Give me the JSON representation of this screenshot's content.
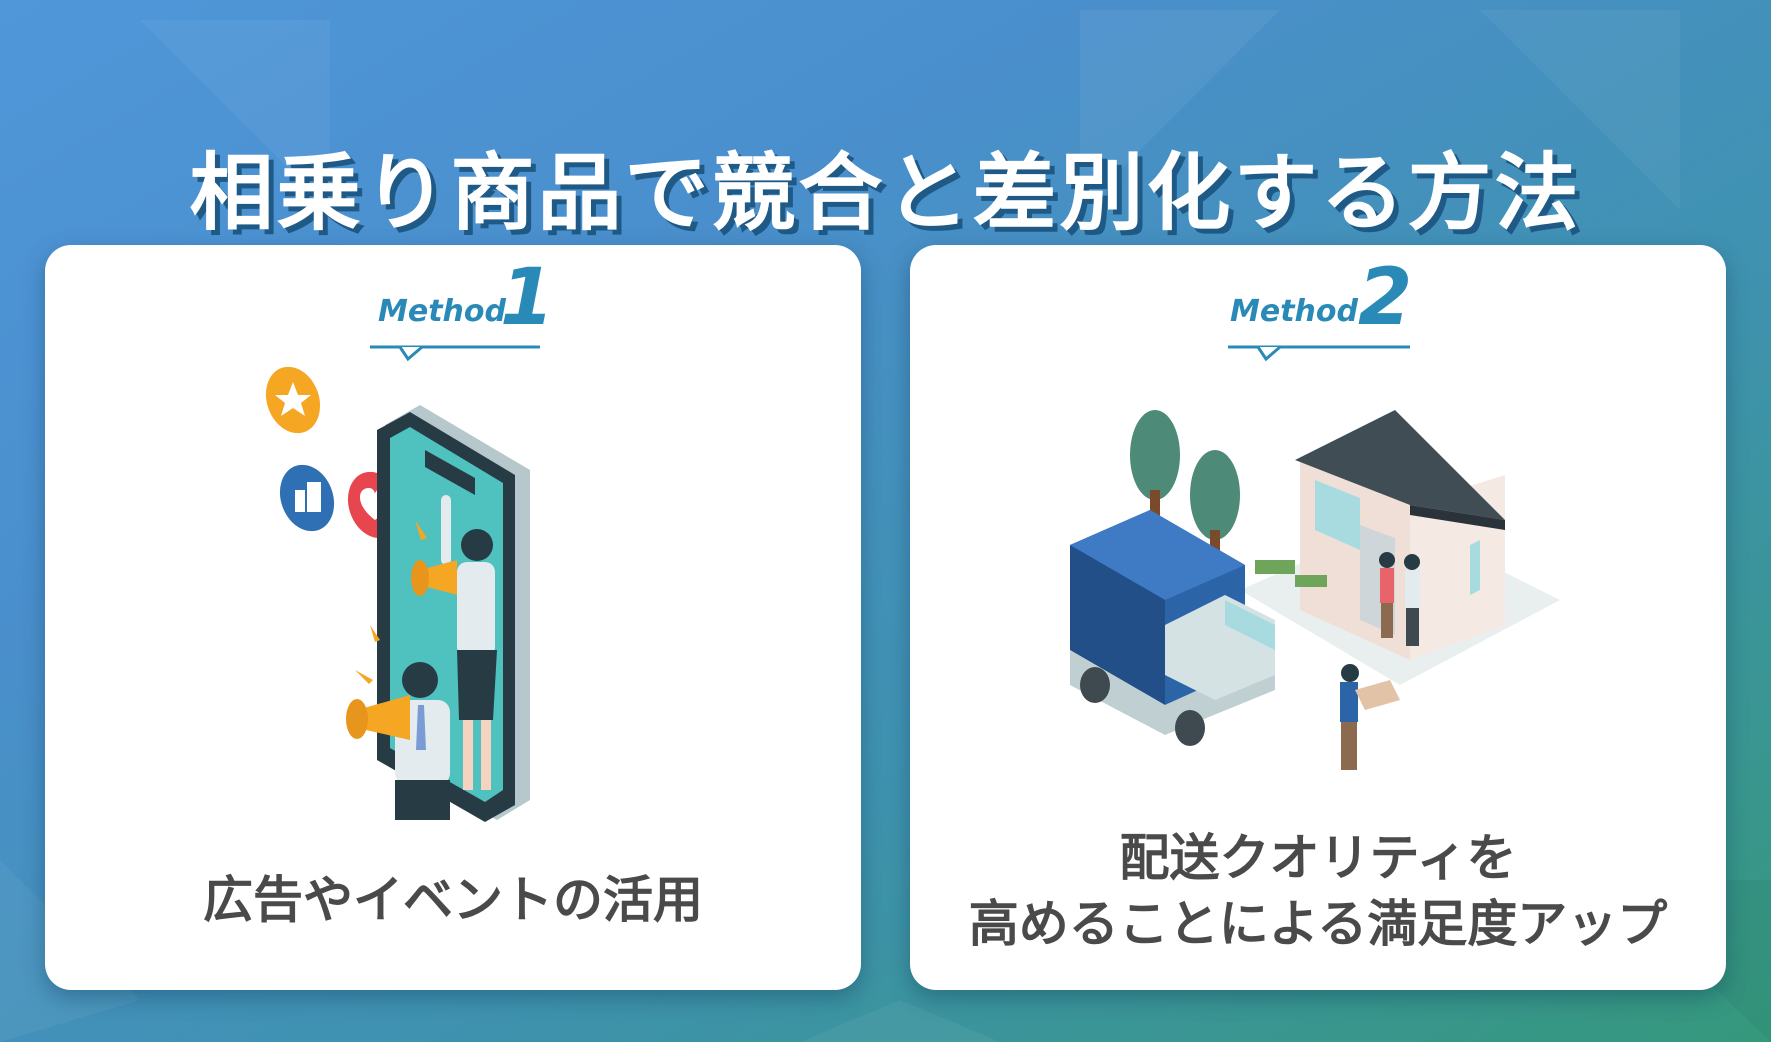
{
  "title": "相乗り商品で競合と差別化する方法",
  "colors": {
    "accent": "#2a8ab7",
    "title_shadow": "#1f5a86",
    "caption": "#4a4a4a"
  },
  "cards": [
    {
      "method_word": "Method",
      "method_num": "1",
      "caption_lines": [
        "広告やイベントの活用"
      ],
      "illustration": "smartphone-megaphone-people-illustration"
    },
    {
      "method_word": "Method",
      "method_num": "2",
      "caption_lines": [
        "配送クオリティを",
        "高めることによる満足度アップ"
      ],
      "illustration": "truck-house-delivery-illustration"
    }
  ]
}
